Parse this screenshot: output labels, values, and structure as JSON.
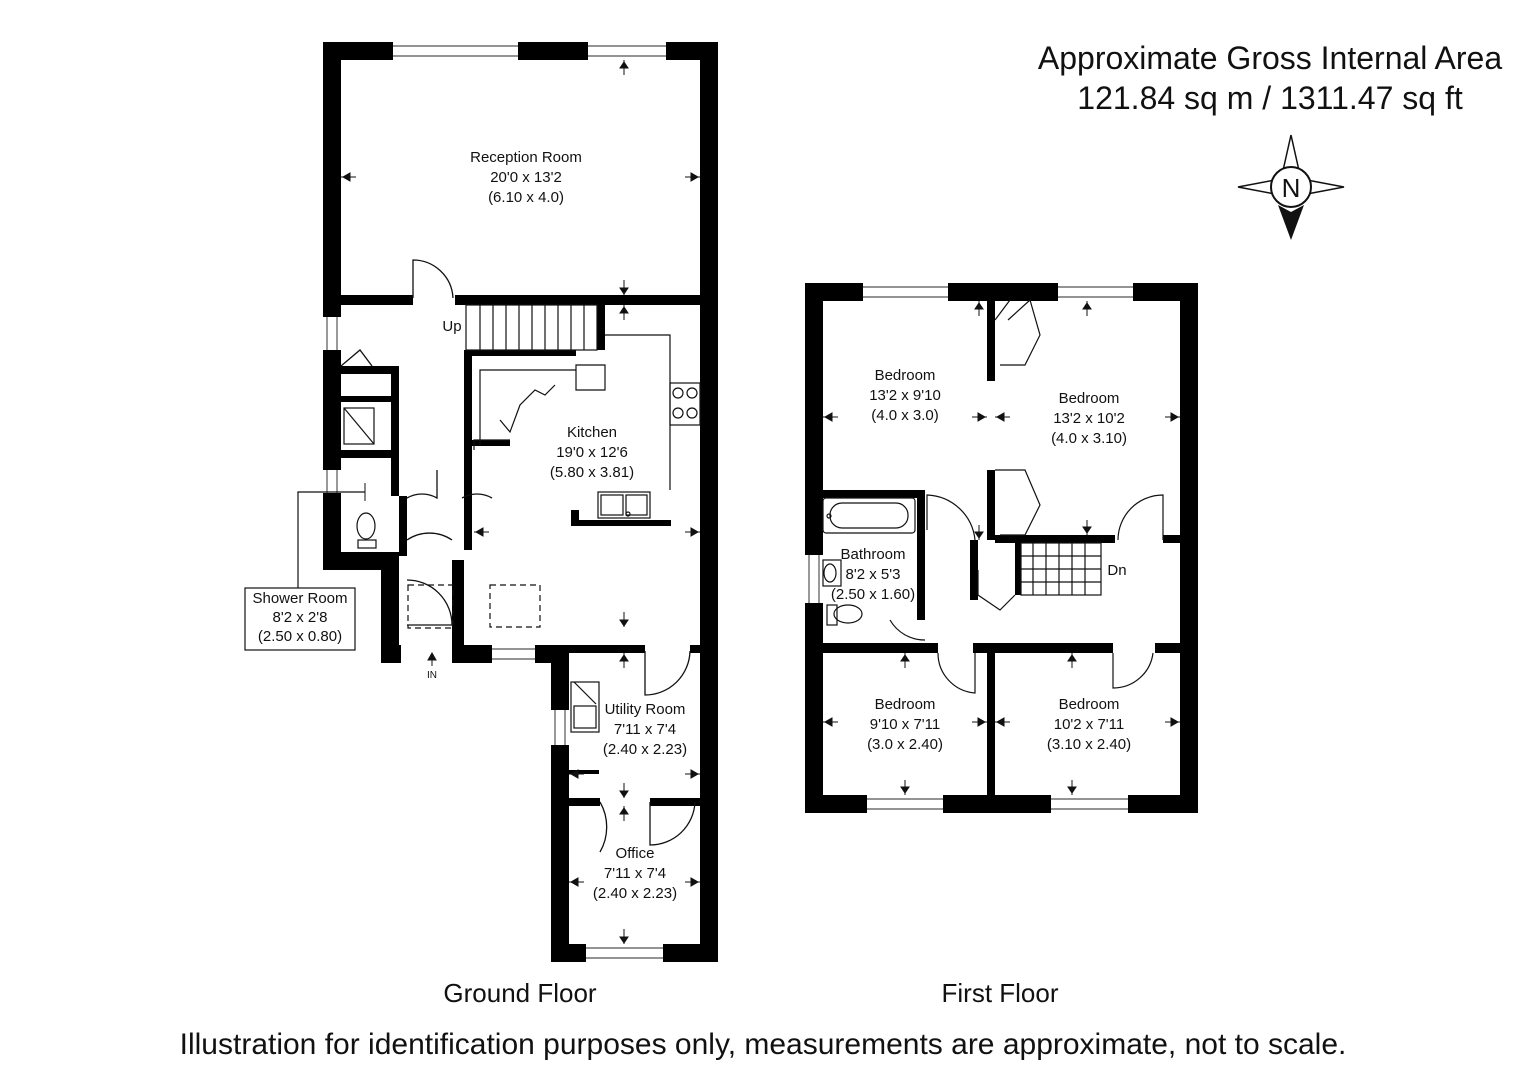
{
  "header": {
    "area_title": "Approximate Gross Internal Area",
    "area_value": "121.84 sq m / 1311.47 sq ft"
  },
  "compass": {
    "label": "N",
    "icon": "compass-icon"
  },
  "ground_floor": {
    "label": "Ground Floor",
    "entrance": "IN",
    "stairs": "Up",
    "rooms": [
      {
        "name": "Reception Room",
        "imperial": "20'0 x 13'2",
        "metric": "(6.10 x 4.0)"
      },
      {
        "name": "Kitchen",
        "imperial": "19'0 x 12'6",
        "metric": "(5.80 x 3.81)"
      },
      {
        "name": "Shower Room",
        "imperial": "8'2 x 2'8",
        "metric": "(2.50 x 0.80)"
      },
      {
        "name": "Utility Room",
        "imperial": "7'11 x 7'4",
        "metric": "(2.40 x 2.23)"
      },
      {
        "name": "Office",
        "imperial": "7'11 x 7'4",
        "metric": "(2.40 x 2.23)"
      }
    ]
  },
  "first_floor": {
    "label": "First Floor",
    "stairs": "Dn",
    "rooms": [
      {
        "name": "Bedroom",
        "imperial": "13'2 x 9'10",
        "metric": "(4.0 x 3.0)"
      },
      {
        "name": "Bedroom",
        "imperial": "13'2 x 10'2",
        "metric": "(4.0 x 3.10)"
      },
      {
        "name": "Bathroom",
        "imperial": "8'2 x 5'3",
        "metric": "(2.50 x 1.60)"
      },
      {
        "name": "Bedroom",
        "imperial": "9'10 x 7'11",
        "metric": "(3.0 x 2.40)"
      },
      {
        "name": "Bedroom",
        "imperial": "10'2 x 7'11",
        "metric": "(3.10 x 2.40)"
      }
    ]
  },
  "footer": {
    "disclaimer": "Illustration for identification purposes only, measurements are approximate, not to scale."
  }
}
